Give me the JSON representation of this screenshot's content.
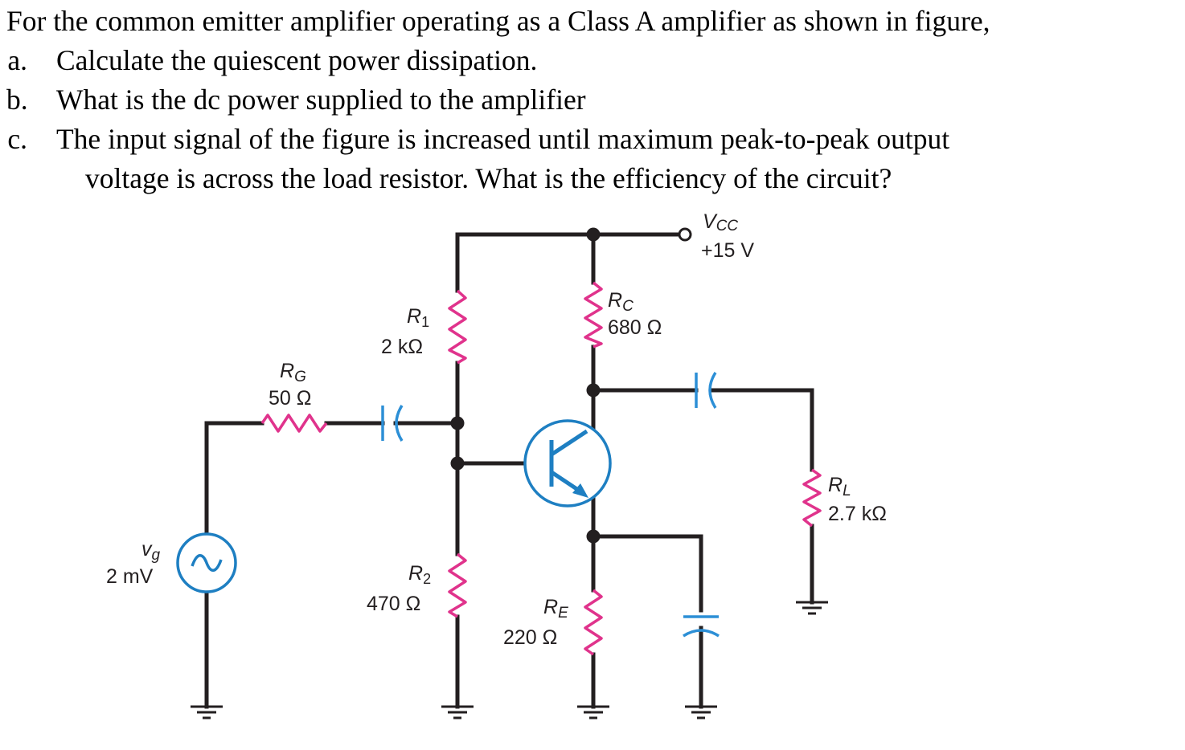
{
  "question": {
    "intro": "For the common emitter amplifier operating as a Class A amplifier as shown in figure,",
    "items": [
      {
        "letter": "a.",
        "text": "Calculate the quiescent power dissipation."
      },
      {
        "letter": "b.",
        "text": "What is the dc power supplied to the amplifier"
      },
      {
        "letter": "c.",
        "text": "The input signal of the figure is increased until maximum peak-to-peak output",
        "continuation": "voltage is across the load resistor. What is the efficiency of the circuit?"
      }
    ]
  },
  "circuit": {
    "vcc": {
      "symbol": "V",
      "sub": "CC",
      "value": "+15 V"
    },
    "rc": {
      "symbol": "R",
      "sub": "C",
      "value": "680 Ω"
    },
    "r1": {
      "symbol": "R",
      "sub": "1",
      "value": "2 kΩ"
    },
    "rg": {
      "symbol": "R",
      "sub": "G",
      "value": "50 Ω"
    },
    "vg": {
      "symbol": "v",
      "sub": "g",
      "value": "2 mV"
    },
    "r2": {
      "symbol": "R",
      "sub": "2",
      "value": "470 Ω"
    },
    "re": {
      "symbol": "R",
      "sub": "E",
      "value": "220 Ω"
    },
    "rl": {
      "symbol": "R",
      "sub": "L",
      "value": "2.7 kΩ"
    },
    "colors": {
      "wire": "#231f20",
      "resistor": "#e0338c",
      "capacitor": "#2c8fd6",
      "transistor": "#1e7fc2",
      "source": "#1e7fc2"
    }
  }
}
